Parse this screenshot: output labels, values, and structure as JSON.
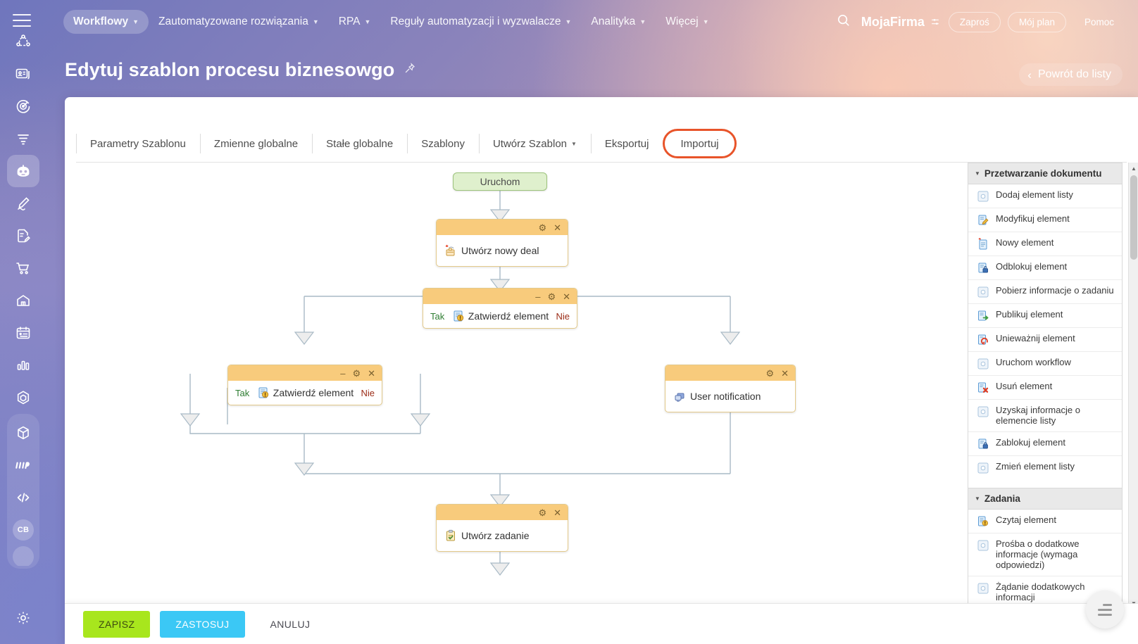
{
  "left_rail": {
    "items": [
      {
        "name": "network-icon",
        "selected": false
      },
      {
        "name": "contact-card-icon",
        "selected": false
      },
      {
        "name": "target-icon",
        "selected": false
      },
      {
        "name": "funnel-icon",
        "selected": false
      },
      {
        "name": "robot-icon",
        "selected": true
      },
      {
        "name": "pen-signature-icon",
        "selected": false
      },
      {
        "name": "document-edit-icon",
        "selected": false
      },
      {
        "name": "shopping-cart-icon",
        "selected": false
      },
      {
        "name": "warehouse-icon",
        "selected": false
      },
      {
        "name": "calendar-list-icon",
        "selected": false
      },
      {
        "name": "bar-chart-icon",
        "selected": false
      },
      {
        "name": "hexagon-icon",
        "selected": false
      },
      {
        "name": "box-3d-icon",
        "selected": false
      },
      {
        "name": "waves-icon",
        "selected": false
      },
      {
        "name": "code-icon",
        "selected": false
      }
    ],
    "avatar_initials": "CB",
    "settings_icon": "gear-icon"
  },
  "topbar": {
    "menu_icon": "hamburger-icon",
    "nav": [
      {
        "label": "Workflowy",
        "caret": true,
        "active": true
      },
      {
        "label": "Zautomatyzowane rozwiązania",
        "caret": true,
        "active": false
      },
      {
        "label": "RPA",
        "caret": true,
        "active": false
      },
      {
        "label": "Reguły automatyzacji i wyzwalacze",
        "caret": true,
        "active": false
      },
      {
        "label": "Analityka",
        "caret": true,
        "active": false
      },
      {
        "label": "Więcej",
        "caret": true,
        "active": false
      }
    ],
    "search_icon": "search-icon",
    "company": "MojaFirma",
    "company_switch_icon": "switch-icon",
    "buttons": [
      {
        "label": "Zaproś",
        "style": "outline"
      },
      {
        "label": "Mój plan",
        "style": "outline"
      },
      {
        "label": "Pomoc",
        "style": "ghost"
      }
    ]
  },
  "page": {
    "title": "Edytuj szablon procesu biznesowgo",
    "pin_icon": "pin-icon",
    "back_label": "Powrót do listy",
    "back_icon": "chevron-left-icon"
  },
  "tabs": [
    {
      "label": "Parametry Szablonu",
      "dropdown": false,
      "highlight": false
    },
    {
      "label": "Zmienne globalne",
      "dropdown": false,
      "highlight": false
    },
    {
      "label": "Stałe globalne",
      "dropdown": false,
      "highlight": false
    },
    {
      "label": "Szablony",
      "dropdown": false,
      "highlight": false
    },
    {
      "label": "Utwórz Szablon",
      "dropdown": true,
      "highlight": false
    },
    {
      "label": "Eksportuj",
      "dropdown": false,
      "highlight": false
    },
    {
      "label": "Importuj",
      "dropdown": false,
      "highlight": true
    }
  ],
  "highlight_color": "#e8542a",
  "diagram": {
    "nodes": [
      {
        "id": "start",
        "type": "start",
        "label": "Uruchom",
        "icon": null
      },
      {
        "id": "deal",
        "type": "action",
        "label": "Utwórz nowy deal",
        "icon": "new-deal-icon",
        "controls": [
          "gear-icon",
          "close-icon"
        ]
      },
      {
        "id": "approve1",
        "type": "condition",
        "label": "Zatwierdź element",
        "icon": "approve-doc-icon",
        "yes": "Tak",
        "no": "Nie",
        "controls": [
          "minimize-icon",
          "gear-icon",
          "close-icon"
        ]
      },
      {
        "id": "approve2",
        "type": "condition",
        "label": "Zatwierdź element",
        "icon": "approve-doc-icon",
        "yes": "Tak",
        "no": "Nie",
        "controls": [
          "minimize-icon",
          "gear-icon",
          "close-icon"
        ]
      },
      {
        "id": "notify",
        "type": "action",
        "label": "User notification",
        "icon": "user-notification-icon",
        "controls": [
          "gear-icon",
          "close-icon"
        ]
      },
      {
        "id": "task",
        "type": "action",
        "label": "Utwórz zadanie",
        "icon": "task-clipboard-icon",
        "controls": [
          "gear-icon",
          "close-icon"
        ]
      }
    ]
  },
  "element_panel": {
    "groups": [
      {
        "title": "Przetwarzanie dokumentu",
        "collapse_icon": "triangle-down-icon",
        "items": [
          {
            "label": "Dodaj element listy",
            "icon": "circle-square-icon"
          },
          {
            "label": "Modyfikuj element",
            "icon": "edit-doc-icon"
          },
          {
            "label": "Nowy element",
            "icon": "new-doc-icon"
          },
          {
            "label": "Odblokuj element",
            "icon": "unlock-doc-icon"
          },
          {
            "label": "Pobierz informacje o zadaniu",
            "icon": "circle-square-icon"
          },
          {
            "label": "Publikuj element",
            "icon": "publish-doc-icon"
          },
          {
            "label": "Unieważnij element",
            "icon": "revoke-doc-icon"
          },
          {
            "label": "Uruchom workflow",
            "icon": "circle-square-icon"
          },
          {
            "label": "Usuń element",
            "icon": "delete-doc-icon"
          },
          {
            "label": "Uzyskaj informacje o elemencie listy",
            "icon": "circle-square-icon"
          },
          {
            "label": "Zablokuj element",
            "icon": "lock-doc-icon"
          },
          {
            "label": "Zmień element listy",
            "icon": "circle-square-icon"
          }
        ]
      },
      {
        "title": "Zadania",
        "collapse_icon": "triangle-down-icon",
        "items": [
          {
            "label": "Czytaj element",
            "icon": "read-doc-icon"
          },
          {
            "label": "Prośba o dodatkowe informacje (wymaga odpowiedzi)",
            "icon": "circle-square-icon"
          },
          {
            "label": "Żądanie dodatkowych informacji",
            "icon": "circle-square-icon"
          }
        ]
      }
    ],
    "scrollbar": {
      "up_icon": "triangle-up-icon",
      "down_icon": "triangle-down-icon"
    }
  },
  "action_bar": {
    "save": "ZAPISZ",
    "apply": "ZASTOSUJ",
    "cancel": "ANULUJ",
    "colors": {
      "save": "#a8e61d",
      "apply": "#3bc8f5"
    }
  },
  "fab": {
    "icon": "list-menu-icon"
  }
}
